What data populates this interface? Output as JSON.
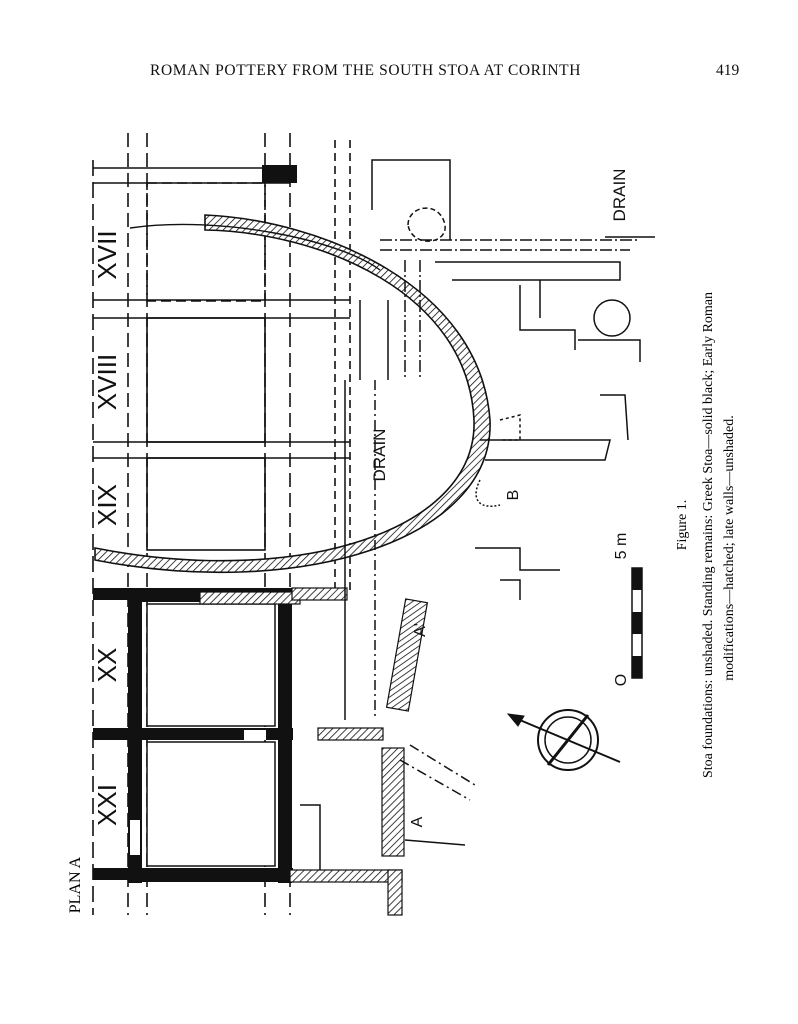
{
  "header": {
    "running_title": "ROMAN POTTERY FROM THE SOUTH STOA AT CORINTH",
    "page_number": "419"
  },
  "plan": {
    "title": "PLAN A",
    "room_labels": [
      "XVII",
      "XVIII",
      "XIX",
      "XX",
      "XXI"
    ],
    "drain_label": "DRAIN",
    "point_labels": [
      "A",
      "A'",
      "B"
    ],
    "scale_start": "O",
    "scale_end": "5 m"
  },
  "caption": {
    "figure": "Figure 1.",
    "line1": "Stoa foundations: unshaded. Standing remains: Greek Stoa—solid black; Early Roman",
    "line2": "modifications—hatched; late walls—unshaded."
  }
}
